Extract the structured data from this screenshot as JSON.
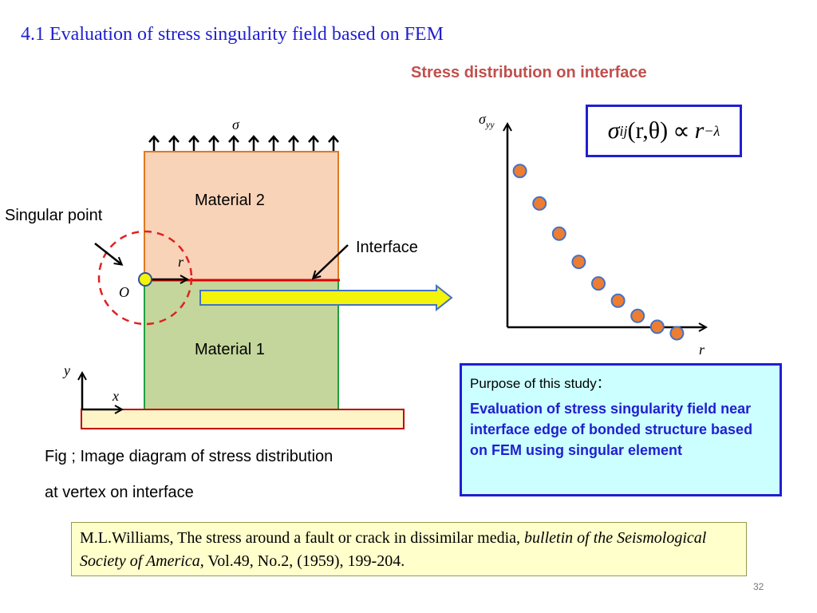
{
  "title": "4.1 Evaluation of stress singularity field based on FEM",
  "subtitle": "Stress distribution on interface",
  "diagram": {
    "sigma_label": "σ",
    "material_2": "Material  2",
    "material_1": "Material  1",
    "singular_point": "Singular point",
    "interface": "Interface",
    "r_label": "r",
    "origin_label": "O",
    "y_label": "y",
    "x_label": "x",
    "colors": {
      "material_2_fill": "#f8d3b8",
      "material_2_border": "#e07a1e",
      "material_1_fill": "#c4d69b",
      "material_1_border": "#20a040",
      "interface_line": "#e00000",
      "base_fill": "#fdf5c8",
      "base_border": "#c00000",
      "arrow_fill": "#f4f40a",
      "dashed_circle": "#e02020"
    }
  },
  "plot": {
    "y_axis_symbol": "σ",
    "y_axis_subscript": "yy",
    "x_axis_label": "r",
    "point_color": "#ed7d31",
    "point_stroke": "#4472c4",
    "points": [
      {
        "r": 1,
        "sigma": 8.7
      },
      {
        "r": 2,
        "sigma": 7.2
      },
      {
        "r": 3,
        "sigma": 5.8
      },
      {
        "r": 4,
        "sigma": 4.5
      },
      {
        "r": 5,
        "sigma": 3.5
      },
      {
        "r": 6,
        "sigma": 2.7
      },
      {
        "r": 7,
        "sigma": 2.0
      },
      {
        "r": 8,
        "sigma": 1.5
      },
      {
        "r": 9,
        "sigma": 1.2
      }
    ]
  },
  "formula": {
    "sigma": "σ",
    "sigma_sub": "ij",
    "args": "(r,θ)",
    "propto": "∝",
    "r": "r",
    "exponent": "−λ"
  },
  "purpose": {
    "heading": "Purpose of this study：",
    "text": "Evaluation of stress singularity field near interface edge of bonded structure based on FEM using singular element"
  },
  "caption": {
    "line1": "Fig ; Image diagram of stress distribution",
    "line2": "at vertex on interface"
  },
  "reference": {
    "part1": "M.L.Williams, The stress around a fault or crack in dissimilar media, ",
    "journal": "bulletin of the Seismological Society of America",
    "part2": ", Vol.49, No.2, (1959), 199-204."
  },
  "page_number": "32"
}
